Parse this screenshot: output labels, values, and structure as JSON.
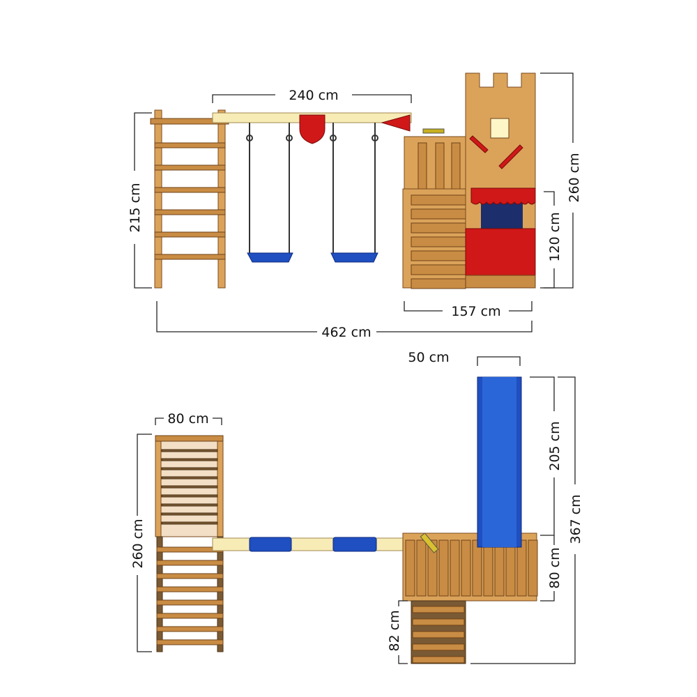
{
  "dimensions": {
    "side_view": {
      "swing_beam_length": "240 cm",
      "climbing_frame_height": "215 cm",
      "tower_height": "260 cm",
      "platform_height": "120 cm",
      "tower_width": "157 cm",
      "total_length": "462 cm"
    },
    "top_view": {
      "slide_width": "50 cm",
      "climbing_frame_width": "80 cm",
      "climbing_frame_depth": "260 cm",
      "slide_length": "205 cm",
      "total_depth": "367 cm",
      "platform_depth": "80 cm",
      "ladder_length": "82 cm"
    }
  },
  "colors": {
    "wood": "#dba35a",
    "slide": "#1f4fc0",
    "accent_red": "#d01818",
    "beam": "#f8ecb6"
  }
}
